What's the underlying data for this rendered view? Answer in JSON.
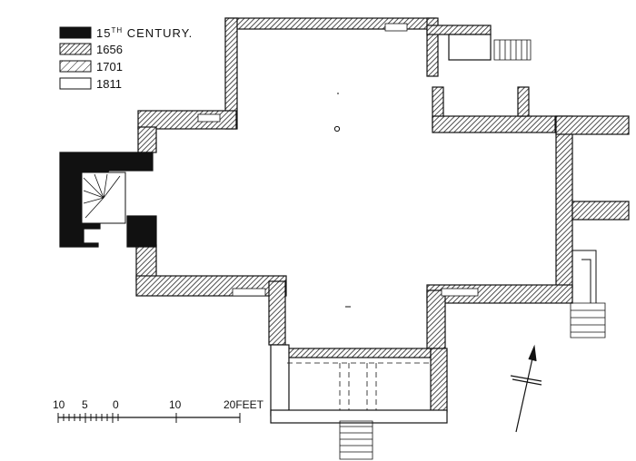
{
  "legend": {
    "items": [
      {
        "label": "15",
        "label_sup": "TH",
        "label_rest": " CENTURY.",
        "pattern": "solid"
      },
      {
        "label": "1656",
        "pattern": "dense-hatch"
      },
      {
        "label": "1701",
        "pattern": "sparse-hatch"
      },
      {
        "label": "1811",
        "pattern": "blank"
      }
    ]
  },
  "scale_bar": {
    "labels": [
      "10",
      "5",
      "0",
      "10",
      "20FEET"
    ]
  },
  "colors": {
    "ink": "#111111",
    "paper": "#ffffff"
  }
}
